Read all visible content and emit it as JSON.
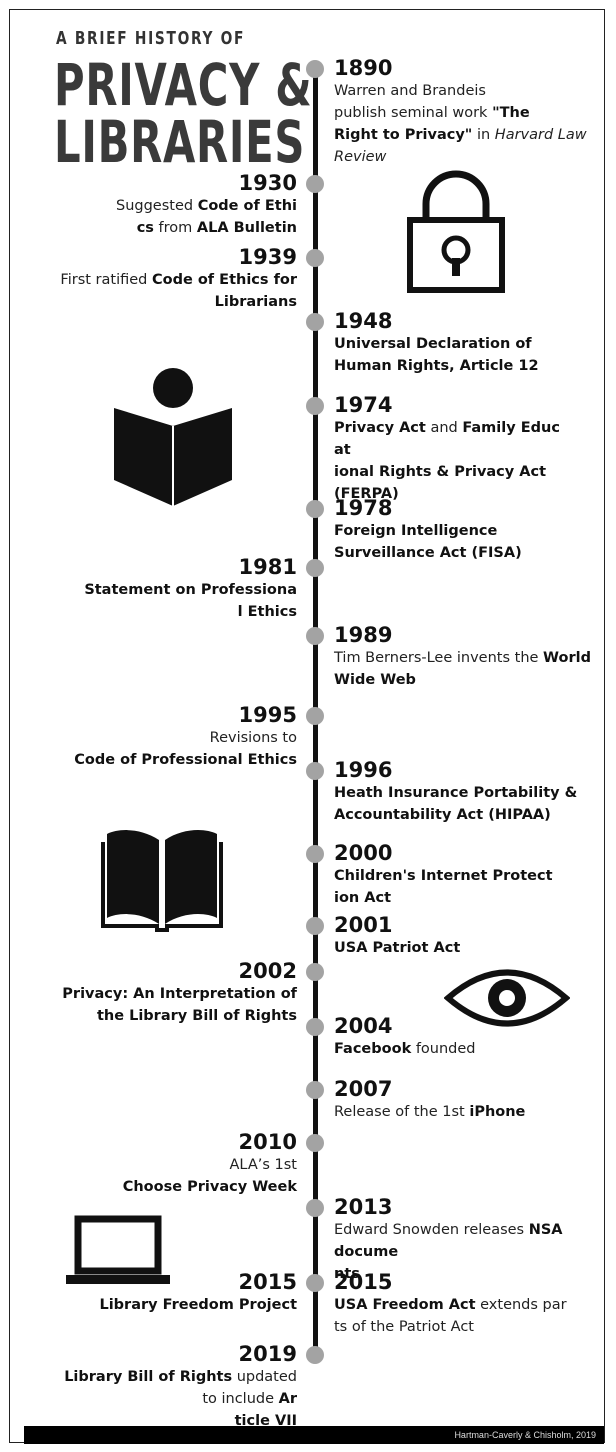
{
  "title": {
    "line1": "A BRIEF HISTORY OF",
    "line2": "PRIVACY &",
    "line3": "LIBRARIES"
  },
  "events": [
    {
      "id": "1890",
      "year": "1890",
      "side": "right",
      "parts": [
        {
          "t": "Warren and Brandeis publish seminal work "
        },
        {
          "t": "\"The Right to Privacy\"",
          "b": true
        },
        {
          "t": " in "
        },
        {
          "t": "Harvard Law Review",
          "i": true
        }
      ]
    },
    {
      "id": "1930",
      "year": "1930",
      "side": "left",
      "parts": [
        {
          "t": "Suggested "
        },
        {
          "t": "Code of Ethics",
          "b": true
        },
        {
          "t": " from "
        },
        {
          "t": "ALA Bulletin",
          "b": true
        }
      ]
    },
    {
      "id": "1939",
      "year": "1939",
      "side": "left",
      "parts": [
        {
          "t": "First ratified "
        },
        {
          "t": "Code of Ethics for Librarians",
          "b": true
        }
      ]
    },
    {
      "id": "1948",
      "year": "1948",
      "side": "right",
      "parts": [
        {
          "t": "Universal Declaration of Human Rights, Article 12",
          "b": true
        }
      ]
    },
    {
      "id": "1974",
      "year": "1974",
      "side": "right",
      "parts": [
        {
          "t": "Privacy Act",
          "b": true
        },
        {
          "t": " and "
        },
        {
          "t": "Family Educational Rights & Privacy Act (FERPA)",
          "b": true
        }
      ]
    },
    {
      "id": "1978",
      "year": "1978",
      "side": "right",
      "parts": [
        {
          "t": "Foreign Intelligence Surveillance Act (FISA)",
          "b": true
        }
      ]
    },
    {
      "id": "1981",
      "year": "1981",
      "side": "left",
      "parts": [
        {
          "t": "Statement on Professional Ethics",
          "b": true
        }
      ]
    },
    {
      "id": "1989",
      "year": "1989",
      "side": "right",
      "parts": [
        {
          "t": "Tim Berners-Lee invents the "
        },
        {
          "t": "World Wide Web",
          "b": true
        }
      ]
    },
    {
      "id": "1995",
      "year": "1995",
      "side": "left",
      "parts": [
        {
          "t": "Revisions to "
        },
        {
          "t": "Code of Professional Ethics",
          "b": true
        }
      ]
    },
    {
      "id": "1996",
      "year": "1996",
      "side": "right",
      "parts": [
        {
          "t": "Heath Insurance Portability & Accountability Act (HIPAA)",
          "b": true
        }
      ]
    },
    {
      "id": "2000",
      "year": "2000",
      "side": "right",
      "parts": [
        {
          "t": "Children's Internet Protection Act",
          "b": true
        }
      ]
    },
    {
      "id": "2001",
      "year": "2001",
      "side": "right",
      "parts": [
        {
          "t": "USA Patriot Act",
          "b": true
        }
      ]
    },
    {
      "id": "2002",
      "year": "2002",
      "side": "left",
      "parts": [
        {
          "t": "Privacy: An Interpretation of the Library Bill of Rights",
          "b": true
        }
      ]
    },
    {
      "id": "2004",
      "year": "2004",
      "side": "right",
      "parts": [
        {
          "t": "Facebook",
          "b": true
        },
        {
          "t": " founded"
        }
      ]
    },
    {
      "id": "2007",
      "year": "2007",
      "side": "right",
      "parts": [
        {
          "t": "Release of the 1st "
        },
        {
          "t": "iPhone",
          "b": true
        }
      ]
    },
    {
      "id": "2010",
      "year": "2010",
      "side": "left",
      "parts": [
        {
          "t": "ALA’s 1st"
        },
        {
          "t": "Choose Privacy Week",
          "b": true
        }
      ]
    },
    {
      "id": "2013",
      "year": "2013",
      "side": "right",
      "parts": [
        {
          "t": "Edward Snowden releases "
        },
        {
          "t": "NSA documents",
          "b": true
        }
      ]
    },
    {
      "id": "2015a",
      "year": "2015",
      "side": "left",
      "parts": [
        {
          "t": "Library Freedom Project",
          "b": true
        }
      ]
    },
    {
      "id": "2015b",
      "year": "2015",
      "side": "right",
      "parts": [
        {
          "t": "USA Freedom Act",
          "b": true
        },
        {
          "t": " extends parts of the Patriot Act"
        }
      ]
    },
    {
      "id": "2019",
      "year": "2019",
      "side": "left",
      "parts": [
        {
          "t": "Library Bill of Rights",
          "b": true
        },
        {
          "t": " updated to include "
        },
        {
          "t": "Article VII",
          "b": true
        }
      ]
    }
  ],
  "icons": [
    "padlock-icon",
    "reader-icon",
    "open-book-icon",
    "eye-icon",
    "laptop-icon"
  ],
  "colors": {
    "axis": "#111111",
    "dot": "#a3a3a3",
    "title": "#3a3a3a",
    "footer_bg": "#000000"
  },
  "footer": {
    "credit": "Hartman-Caverly & Chisholm, 2019"
  }
}
